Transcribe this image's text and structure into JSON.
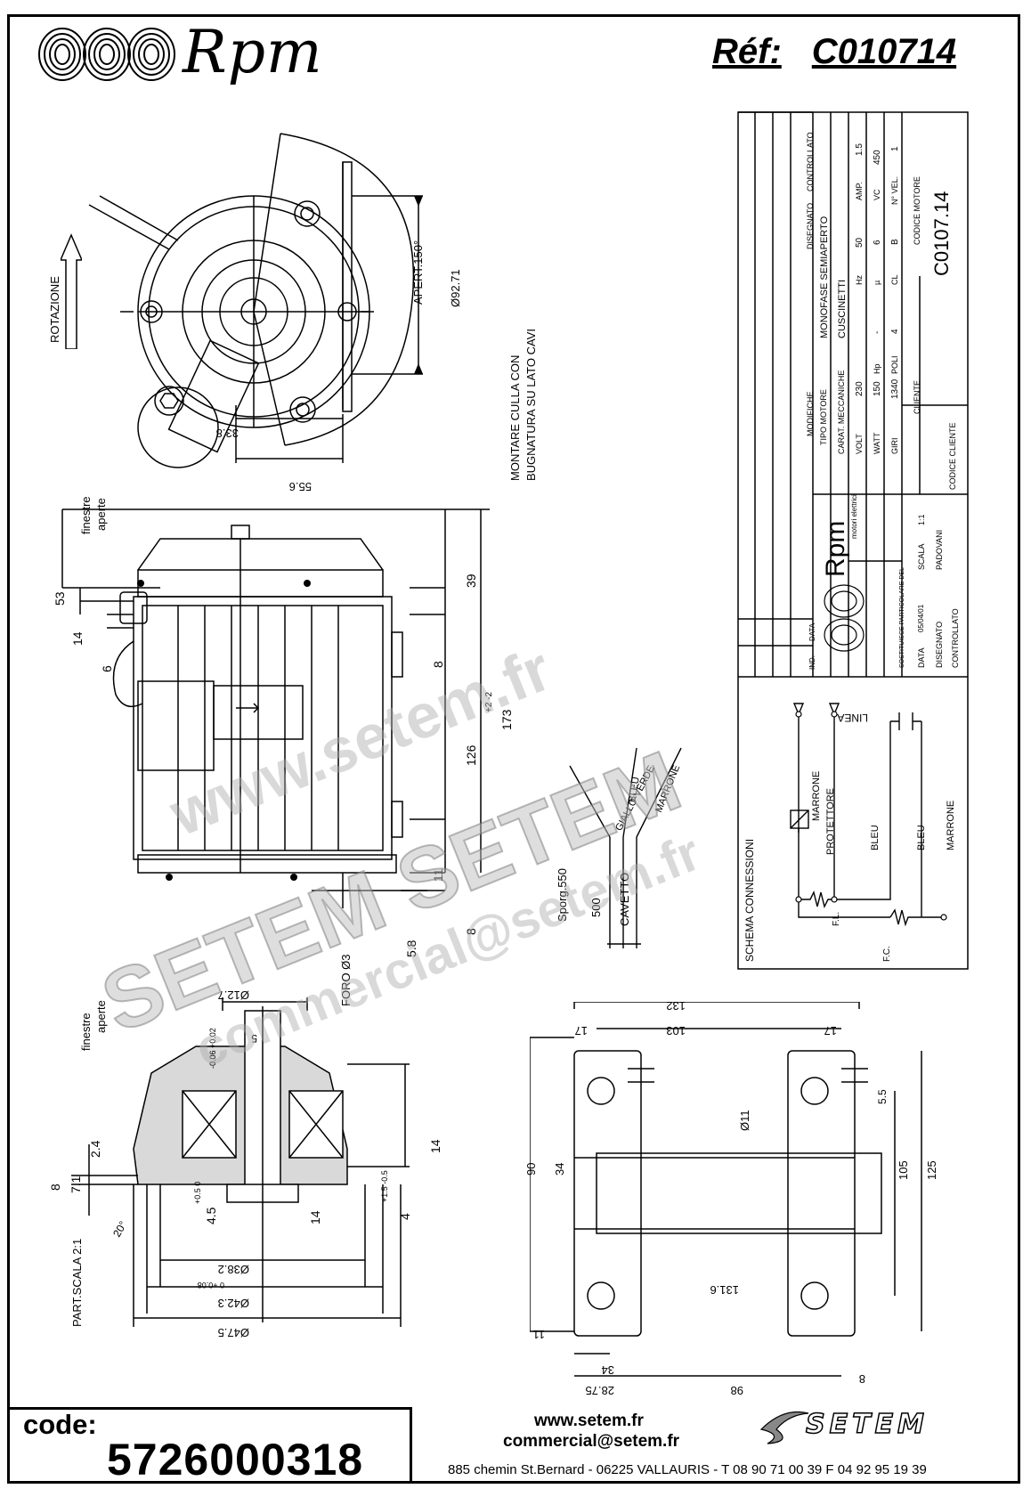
{
  "header": {
    "brand": "Rpm",
    "ref_label": "Réf:",
    "ref_value": "C010714"
  },
  "labels": {
    "rotazione": "ROTAZIONE",
    "apert": "APERT.150°",
    "d9271": "Ø92.71",
    "d338": "33.8",
    "d556": "55.6",
    "montare1": "MONTARE CULLA CON",
    "montare2": "BUGNATURA SU LATO CAVI",
    "finestre_top1": "finestre",
    "finestre_top2": "aperte",
    "finestre_bot1": "finestre",
    "finestre_bot2": "aperte",
    "foro": "FORO Ø3",
    "d53": "53",
    "d14a": "14",
    "d6": "6",
    "d39": "39",
    "d8a": "8",
    "d126": "126",
    "d173": "173",
    "tol173": "+2 -2",
    "d11": "11",
    "d8b": "8",
    "d58": "5.8",
    "sporg": "Sporg.550",
    "d500": "500",
    "cavetto": "CAVETTO",
    "giallo_verde": "GIALLO-VERDE",
    "bleu_w": "BLEU",
    "marrone_w": "MARRONE",
    "d127": "Ø12.7",
    "d5": "5",
    "tol_shaft": "-0.06 +0.02",
    "d24": "2.4",
    "d8c": "8",
    "d71": "7.1",
    "d20deg": "20°",
    "d45": "4.5",
    "tol_05": "+0.5 0",
    "d14b": "14",
    "d14c": "14",
    "tol_15": "+1.5 -0.5",
    "d4": "4",
    "d382": "Ø38.2",
    "tol_382": "0 +0.08",
    "d423": "Ø42.3",
    "d475": "Ø47.5",
    "part_scala": "PART.SCALA 2:1",
    "d132": "132",
    "d103": "103",
    "d17a": "17",
    "d17b": "17",
    "d011": "Ø11",
    "d55": "5.5",
    "d90": "90",
    "d34a": "34",
    "d105": "105",
    "d125": "125",
    "d11b": "11",
    "d1316": "131.6",
    "d34b": "34",
    "d2875": "28.75",
    "d98": "98",
    "d8d": "8"
  },
  "schema": {
    "title": "SCHEMA CONNESSIONI",
    "linea": "LINEA",
    "marrone": "MARRONE",
    "protettore": "PROTETTORE",
    "bleu1": "BLEU",
    "bleu2": "BLEU",
    "marrone2": "MARRONE",
    "fl": "F.L.",
    "fc": "F.C."
  },
  "title_block": {
    "modifiche": "MODIFICHE",
    "disegnato": "DISEGNATO",
    "controllato": "CONTROLLATO",
    "tipo_motore_label": "TIPO MOTORE",
    "tipo_motore": "MONOFASE SEMIAPERTO",
    "carat_label": "CARAT. MECCANICHE",
    "carat": "CUSCINETTI",
    "volt_label": "VOLT",
    "volt": "230",
    "hz_label": "Hz",
    "hz": "50",
    "amp_label": "AMP.",
    "amp": "1.5",
    "watt_label": "WATT",
    "watt": "150",
    "hp_label": "Hp",
    "hp": "-",
    "mu_label": "µ",
    "mu": "6",
    "vc_label": "VC",
    "vc": "450",
    "giri_label": "GIRI",
    "giri": "1340",
    "poli_label": "POLI",
    "poli": "4",
    "cl_label": "CL",
    "cl": "B",
    "nvel_label": "N° VEL.",
    "nvel": "1",
    "cliente": "CLIENTE",
    "codice_cliente": "CODICE CLIENTE",
    "codice_motore_label": "CODICE MOTORE",
    "codice_motore": "C0107.14",
    "rpm_brand": "Rpm",
    "rpm_sub": "motori elettrici",
    "sostituisce": "SOSTITUISCE PARTICOLARE DEL",
    "data_label": "DATA",
    "data": "05/04/01",
    "scala_label": "SCALA",
    "scala": "1:1",
    "disegnato2": "DISEGNATO",
    "disegnatore": "PADOVANI",
    "controllato2": "CONTROLLATO",
    "ind": "IND.",
    "data2": "DATA"
  },
  "watermarks": {
    "w1": "www.setem.fr",
    "w2": "SETEM SETEM",
    "w3": "commercial@setem.fr"
  },
  "footer": {
    "code_label": "code:",
    "code_value": "5726000318",
    "website": "www.setem.fr",
    "email": "commercial@setem.fr",
    "address": "885 chemin St.Bernard  -  06225 VALLAURIS  -  T 08 90 71 00 39   F 04 92 95 19 39",
    "setem_logo": "SETEM"
  }
}
